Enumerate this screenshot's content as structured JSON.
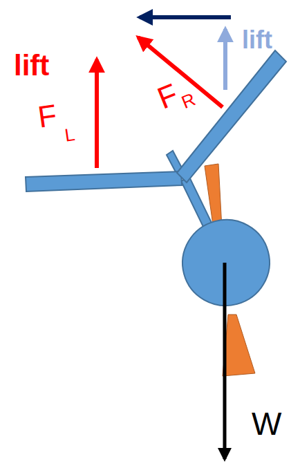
{
  "diagram": {
    "labels": [
      "lift",
      "F",
      "L",
      "F",
      "R",
      "lift",
      "W"
    ]
  }
}
